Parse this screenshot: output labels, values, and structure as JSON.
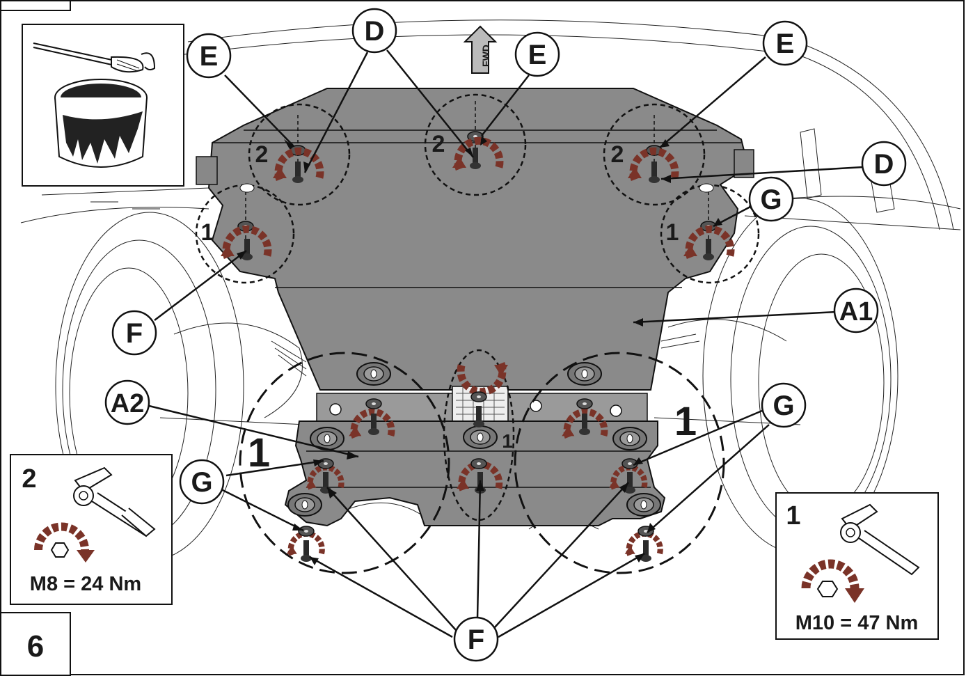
{
  "step_number": "6",
  "fwd_label": "FWD",
  "callouts": {
    "E_left": "E",
    "D_left": "D",
    "E_center": "E",
    "E_right": "E",
    "D_right": "D",
    "G_upper_right": "G",
    "F_left": "F",
    "A1": "A1",
    "A2": "A2",
    "G_lower_left": "G",
    "G_lower_right": "G",
    "F_bottom": "F"
  },
  "sequence_numbers": {
    "two_left": "2",
    "two_center": "2",
    "two_right": "2",
    "one_upper_left": "1",
    "one_upper_right": "1",
    "one_big_left": "1",
    "one_big_right": "1",
    "one_center_small": "1"
  },
  "torque_left": {
    "step": "2",
    "spec": "M8 = 24 Nm"
  },
  "torque_right": {
    "step": "1",
    "spec": "M10 = 47 Nm"
  },
  "colors": {
    "plate": "#8a8a8a",
    "plate_dark": "#6e6e6e",
    "arrow": "#7a3328",
    "line": "#1a1a1a"
  }
}
